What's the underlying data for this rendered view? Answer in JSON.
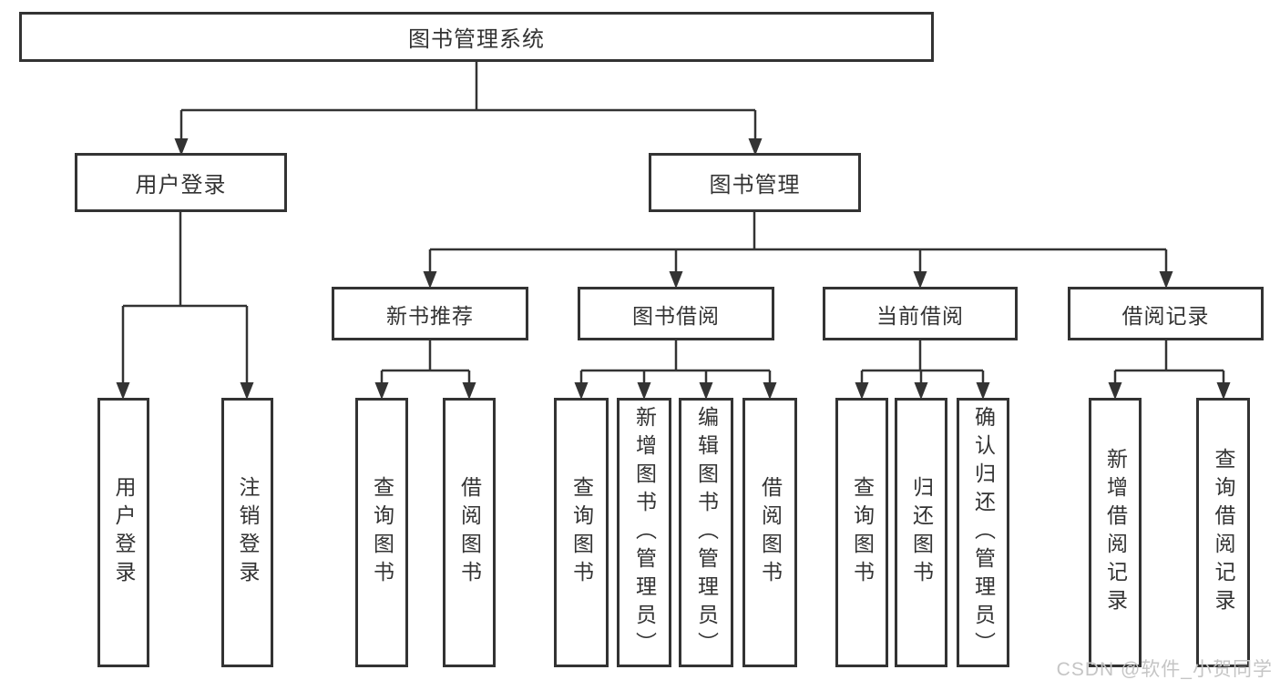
{
  "colors": {
    "line": "#333333",
    "box_border": "#333333",
    "text": "#333333",
    "background": "#ffffff",
    "watermark": "#c5c5c5"
  },
  "watermark": {
    "text": "CSDN @软件_小贺同学"
  },
  "tree": {
    "root": {
      "label": "图书管理系统",
      "children": [
        {
          "label": "用户登录",
          "children": [
            {
              "label": "用户登录"
            },
            {
              "label": "注销登录"
            }
          ]
        },
        {
          "label": "图书管理",
          "children": [
            {
              "label": "新书推荐",
              "children": [
                {
                  "label": "查询图书"
                },
                {
                  "label": "借阅图书"
                }
              ]
            },
            {
              "label": "图书借阅",
              "children": [
                {
                  "label": "查询图书"
                },
                {
                  "label": "新增图书（管理员）"
                },
                {
                  "label": "编辑图书（管理员）"
                },
                {
                  "label": "借阅图书"
                }
              ]
            },
            {
              "label": "当前借阅",
              "children": [
                {
                  "label": "查询图书"
                },
                {
                  "label": "归还图书"
                },
                {
                  "label": "确认归还（管理员）"
                }
              ]
            },
            {
              "label": "借阅记录",
              "children": [
                {
                  "label": "新增借阅记录"
                },
                {
                  "label": "查询借阅记录"
                }
              ]
            }
          ]
        }
      ]
    }
  }
}
